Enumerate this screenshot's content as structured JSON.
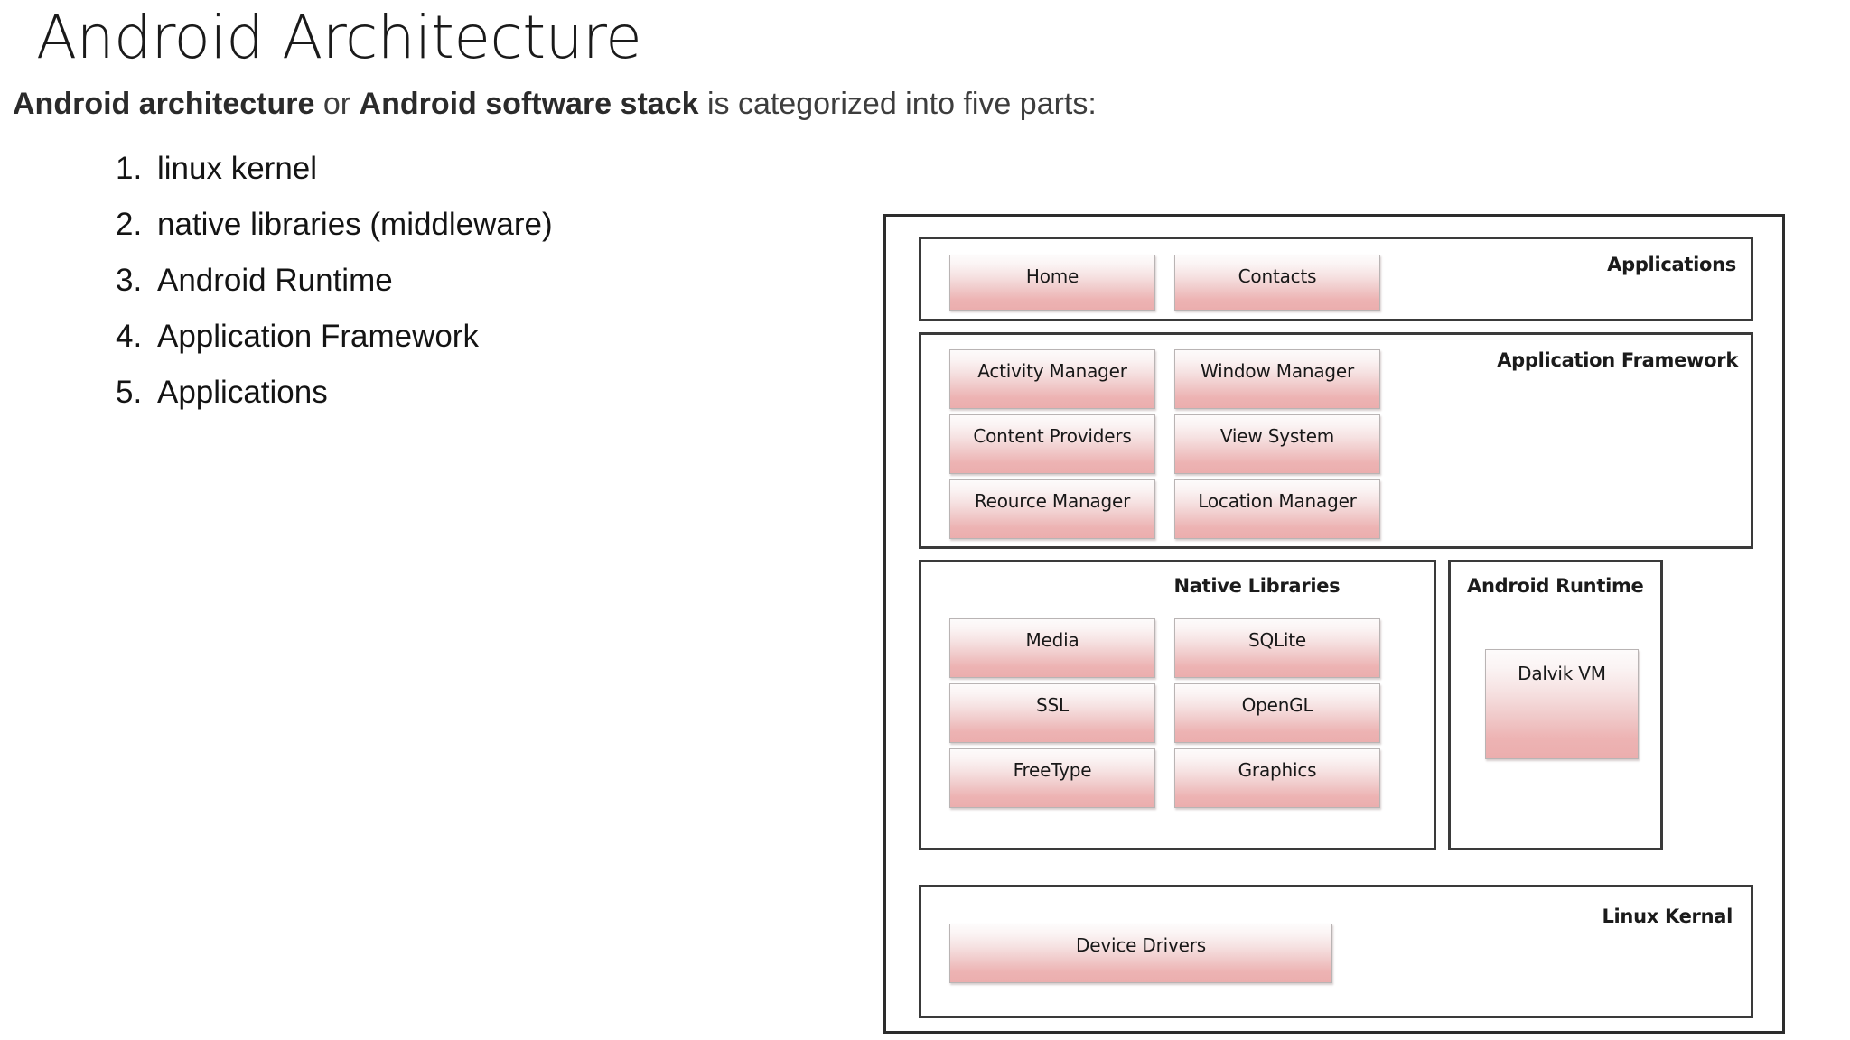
{
  "slide": {
    "title": "Android Architecture",
    "intro": {
      "bold1": "Android architecture",
      "mid": " or ",
      "bold2": "Android software stack",
      "tail": " is categorized into five parts:"
    },
    "list": [
      {
        "num": "1.",
        "text": "linux kernel"
      },
      {
        "num": "2.",
        "text": "native libraries (middleware)"
      },
      {
        "num": "3.",
        "text": "Android Runtime"
      },
      {
        "num": "4.",
        "text": "Application Framework"
      },
      {
        "num": "5.",
        "text": "Applications"
      }
    ]
  },
  "diagram": {
    "layers": {
      "applications": {
        "title": "Applications",
        "boxes": [
          "Home",
          "Contacts"
        ]
      },
      "application_framework": {
        "title": "Application Framework",
        "boxes_col1": [
          "Activity Manager",
          "Content Providers",
          "Reource Manager"
        ],
        "boxes_col2": [
          "Window Manager",
          "View System",
          "Location Manager"
        ]
      },
      "native_libraries": {
        "title": "Native Libraries",
        "boxes_col1": [
          "Media",
          "SSL",
          "FreeType"
        ],
        "boxes_col2": [
          "SQLite",
          "OpenGL",
          "Graphics"
        ]
      },
      "android_runtime": {
        "title": "Android Runtime",
        "boxes": [
          "Dalvik VM"
        ]
      },
      "linux_kernel": {
        "title": "Linux Kernal",
        "boxes": [
          "Device Drivers"
        ]
      }
    }
  },
  "colors": {
    "background": "#ffffff",
    "text": "#141414",
    "intro_text": "#3d3d3d",
    "box_border": "#b9b4b4",
    "box_gradient_top": "#fdfbfb",
    "box_gradient_bottom": "#ebaeae",
    "layer_border": "#3a3a3a",
    "diagram_border": "#2c2c2c"
  }
}
